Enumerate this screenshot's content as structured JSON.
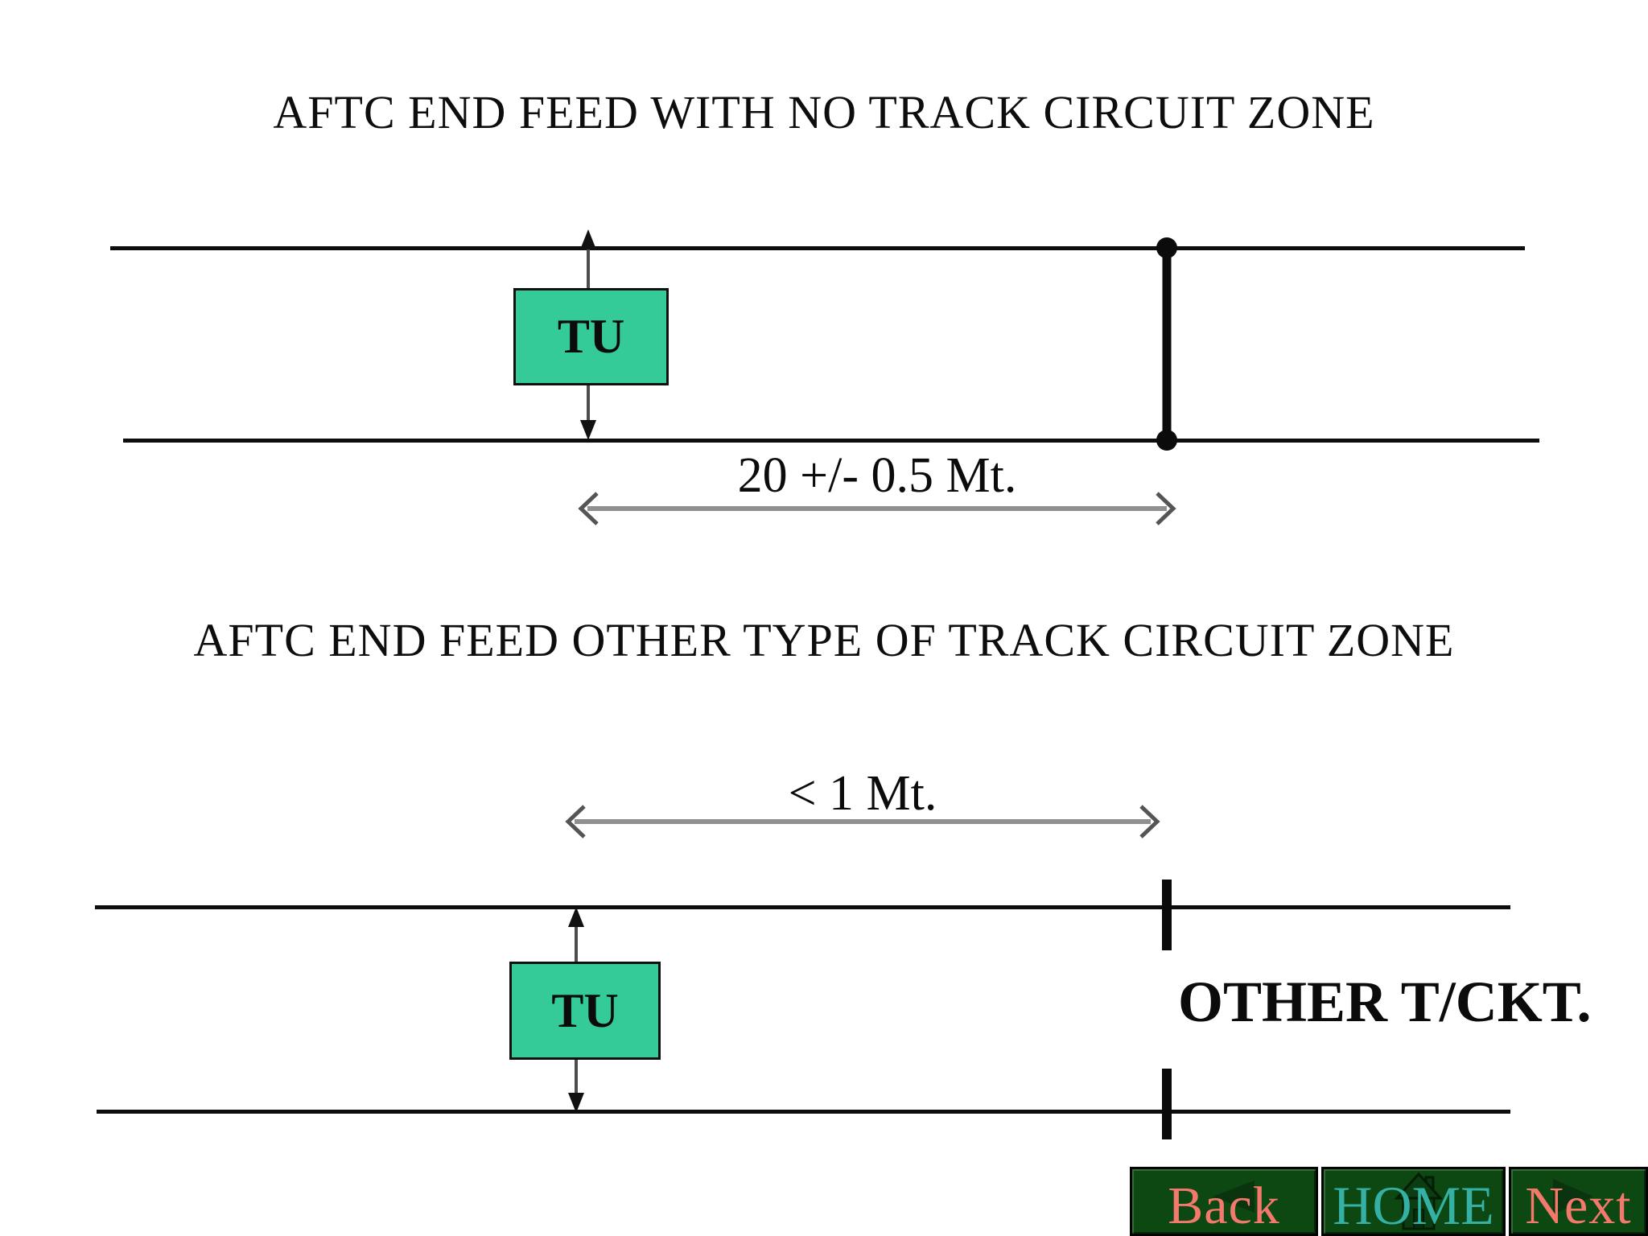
{
  "slide": {
    "background": "#ffffff",
    "text_color": "#0d0d0d"
  },
  "diagram1": {
    "title": "AFTC END FEED WITH NO TRACK CIRCUIT ZONE",
    "tu_label": "TU",
    "dimension_label": "20 +/- 0.5 Mt.",
    "tu_fill_color": "#35cb98",
    "rail_color": "#0d0d0d",
    "dimension_arrow_color": "#909090"
  },
  "diagram2": {
    "title": "AFTC END FEED OTHER TYPE OF TRACK CIRCUIT ZONE",
    "tu_label": "TU",
    "dimension_label": "< 1 Mt.",
    "other_circuit_label": "OTHER T/CKT.",
    "tu_fill_color": "#35cb98",
    "rail_color": "#0d0d0d",
    "dimension_arrow_color": "#909090"
  },
  "nav": {
    "back_label": "Back",
    "home_label": "HOME",
    "next_label": "Next",
    "button_background": "#0d4712",
    "back_next_text_color": "#f3796c",
    "home_text_color": "#35b0a4",
    "icons": {
      "back": "left-triangle-icon",
      "home": "house-icon",
      "next": "right-triangle-icon"
    }
  }
}
